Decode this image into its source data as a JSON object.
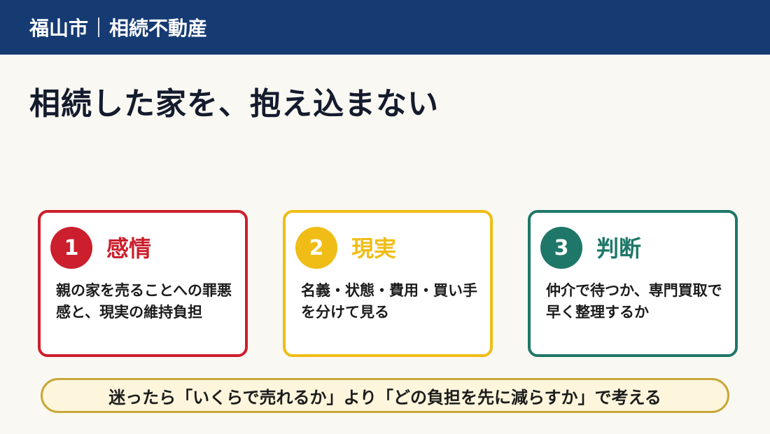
{
  "header": {
    "city": "福山市",
    "topic": "相続不動産"
  },
  "title": "相続した家を、抱え込まない",
  "cards": [
    {
      "number": "1",
      "heading": "感情",
      "body": "親の家を売ることへの罪悪感と、現実の維持負担",
      "color": "#cc1f2d"
    },
    {
      "number": "2",
      "heading": "現実",
      "body": "名義・状態・費用・買い手を分けて見る",
      "color": "#efbd16"
    },
    {
      "number": "3",
      "heading": "判断",
      "body": "仲介で待つか、専門買取で早く整理するか",
      "color": "#1e7768"
    }
  ],
  "banner": "迷ったら「いくらで売れるか」より「どの負担を先に減らすか」で考える"
}
